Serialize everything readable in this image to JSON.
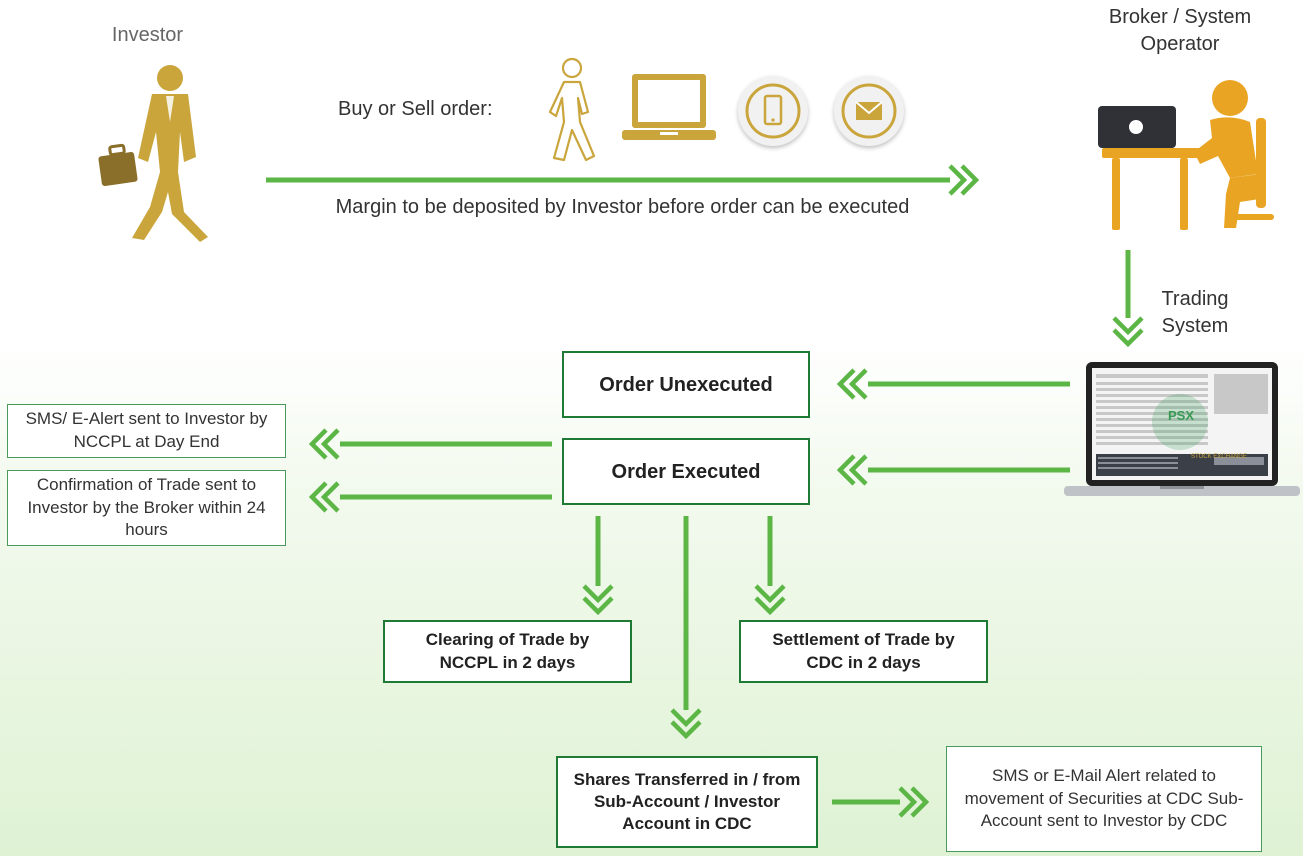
{
  "actors": {
    "investor_label": "Investor",
    "broker_label": "Broker / System Operator",
    "trading_system_label": "Trading System"
  },
  "order_channels": {
    "label": "Buy or Sell order:",
    "icons": [
      "walking-person-icon",
      "laptop-icon",
      "mobile-phone-icon",
      "envelope-icon"
    ]
  },
  "margin_note": "Margin to be deposited by Investor before order can be executed",
  "boxes": {
    "order_unexecuted": "Order Unexecuted",
    "order_executed": "Order Executed",
    "clearing": "Clearing of Trade by NCCPL in 2 days",
    "settlement": "Settlement of Trade by CDC in 2 days",
    "shares_transferred": "Shares Transferred in / from Sub-Account / Investor Account in CDC"
  },
  "notes": {
    "sms_alert": "SMS/ E-Alert sent to Investor by NCCPL at Day End",
    "confirmation": "Confirmation of Trade sent to Investor by the Broker within 24 hours",
    "cdc_alert": "SMS or E-Mail Alert related to movement of Securities at CDC Sub-Account sent to Investor by CDC"
  },
  "screen": {
    "logo_text": "PSX",
    "watermark": "STOCK EXCHANGE"
  },
  "colors": {
    "arrow_green": "#5cb646",
    "box_border": "#1f7a35",
    "figure_gold": "#c9a53c"
  }
}
